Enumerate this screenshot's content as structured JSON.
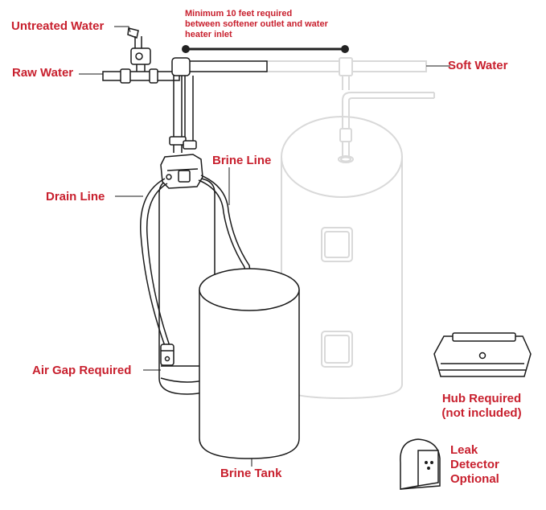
{
  "labels": {
    "untreated_water": "Untreated Water",
    "raw_water": "Raw Water",
    "soft_water": "Soft Water",
    "brine_line": "Brine Line",
    "drain_line": "Drain Line",
    "air_gap": "Air Gap Required",
    "brine_tank": "Brine Tank",
    "hub_line1": "Hub Required",
    "hub_line2": "(not included)",
    "leak_line1": "Leak",
    "leak_line2": "Detector",
    "leak_line3": "Optional"
  },
  "notes": {
    "distance_line1": "Minimum 10 feet required",
    "distance_line2": "between softener outlet and water",
    "distance_line3": "heater inlet"
  },
  "colors": {
    "label_red": "#c8202e",
    "outline": "#1a1a1a",
    "faded_outline": "#d6d6d6"
  }
}
